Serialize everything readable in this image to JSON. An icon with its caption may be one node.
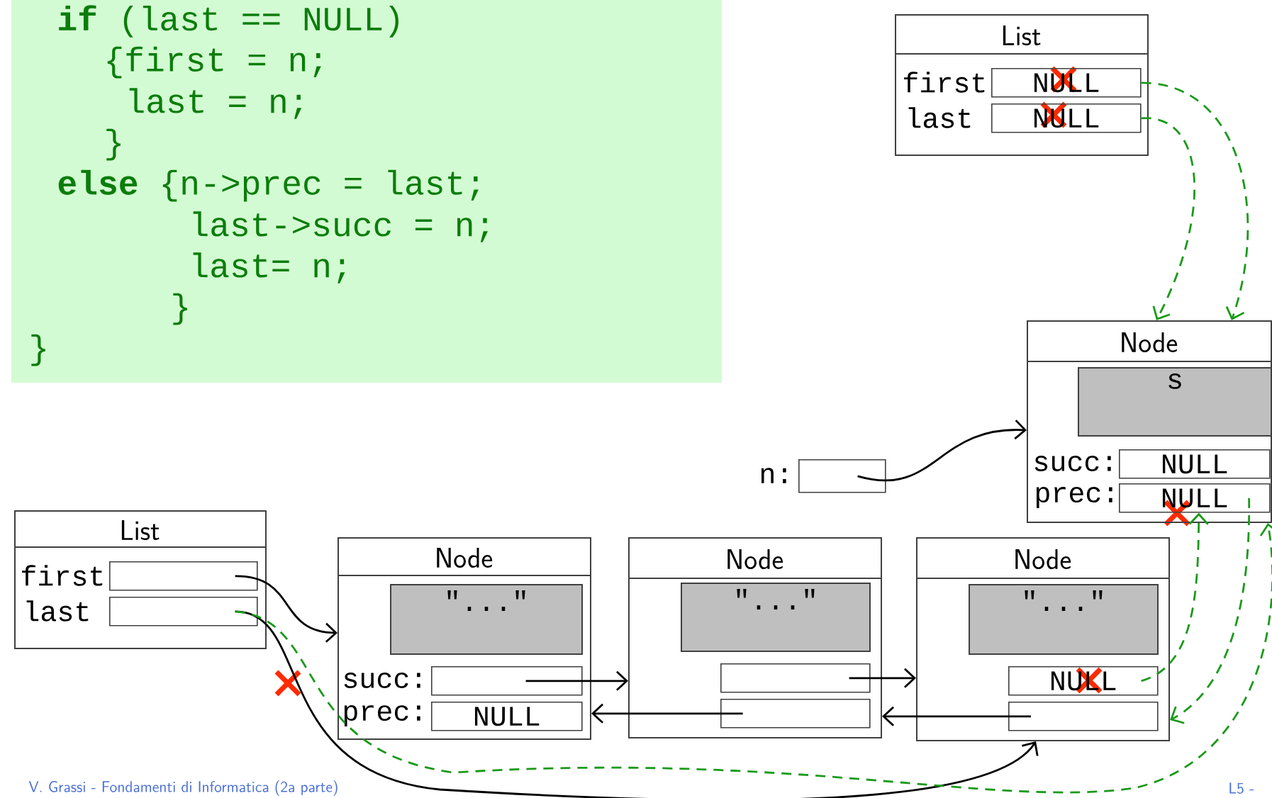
{
  "diagram": {
    "nodes": [
      {
        "text": [
          "List"
        ]
      },
      {
        "text": [
          "NULL"
        ],
        "in": 0,
        "beside": [
          "first"
        ]
      },
      {
        "text": [
          "NULL"
        ],
        "in": 0,
        "beside": [
          "last"
        ]
      },
      {
        "text": [
          "Node"
        ]
      },
      {
        "text": [
          "s"
        ],
        "in": 3
      },
      {
        "text": [
          "NULL"
        ],
        "in": 3,
        "beside": [
          "succ:"
        ]
      },
      {
        "text": [
          "NULL"
        ],
        "in": 3,
        "beside": [
          "prec:"
        ]
      },
      {
        "text": [],
        "shape": "box",
        "beside": [
          "n:"
        ]
      },
      {
        "text": [
          "List"
        ]
      },
      {
        "text": [],
        "shape": "box",
        "in": 8,
        "beside": [
          "first"
        ]
      },
      {
        "text": [],
        "shape": "box",
        "in": 8,
        "beside": [
          "last"
        ]
      },
      {
        "text": [
          "Node"
        ]
      },
      {
        "text": [
          "\"...\""
        ],
        "in": 11
      },
      {
        "text": [],
        "shape": "box",
        "in": 11,
        "beside": [
          "succ:"
        ]
      },
      {
        "text": [
          "NULL"
        ],
        "in": 11,
        "beside": [
          "prec:"
        ]
      },
      {
        "text": [
          "Node"
        ]
      },
      {
        "text": [
          "\"...\""
        ],
        "in": 15
      },
      {
        "text": [],
        "shape": "box",
        "in": 15
      },
      {
        "text": [],
        "shape": "box",
        "in": 15
      },
      {
        "text": [
          "Node"
        ]
      },
      {
        "text": [
          "\"...\""
        ],
        "in": 19
      },
      {
        "text": [
          "NULL"
        ],
        "in": 19
      },
      {
        "text": [],
        "shape": "box",
        "in": 19
      }
    ],
    "edges": [
      {
        "from": 1,
        "to": 3,
        "arrow": "to",
        "style": "dashed",
        "color": "#1a9a1a"
      },
      {
        "from": 2,
        "to": 3,
        "arrow": "to",
        "style": "dashed",
        "color": "#1a9a1a"
      },
      {
        "from": 7,
        "to": 3,
        "arrow": "to"
      },
      {
        "from": 9,
        "to": 11,
        "arrow": "to"
      },
      {
        "from": 10,
        "to": 19,
        "arrow": "to"
      },
      {
        "from": 10,
        "to": 3,
        "arrow": "to",
        "style": "dashed",
        "color": "#1a9a1a"
      },
      {
        "from": 13,
        "to": 15,
        "arrow": "to"
      },
      {
        "from": 17,
        "to": 19,
        "arrow": "to"
      },
      {
        "from": 18,
        "to": 11,
        "arrow": "to"
      },
      {
        "from": 22,
        "to": 15,
        "arrow": "to"
      },
      {
        "from": 21,
        "to": 6,
        "arrow": "to",
        "style": "dashed",
        "color": "#1a9a1a"
      },
      {
        "from": 6,
        "to": 19,
        "arrow": "to",
        "style": "dashed",
        "color": "#1a9a1a"
      }
    ],
    "labels": [
      "**if** (last == NULL)",
      "{first = n;",
      "last = n;",
      "}",
      "**else** {n->prec = last;",
      "last->succ = n;",
      "last= n;",
      "}",
      "}",
      "V. Grassi - Fondamenti di Informatica (2a parte)",
      "L5 -"
    ]
  }
}
